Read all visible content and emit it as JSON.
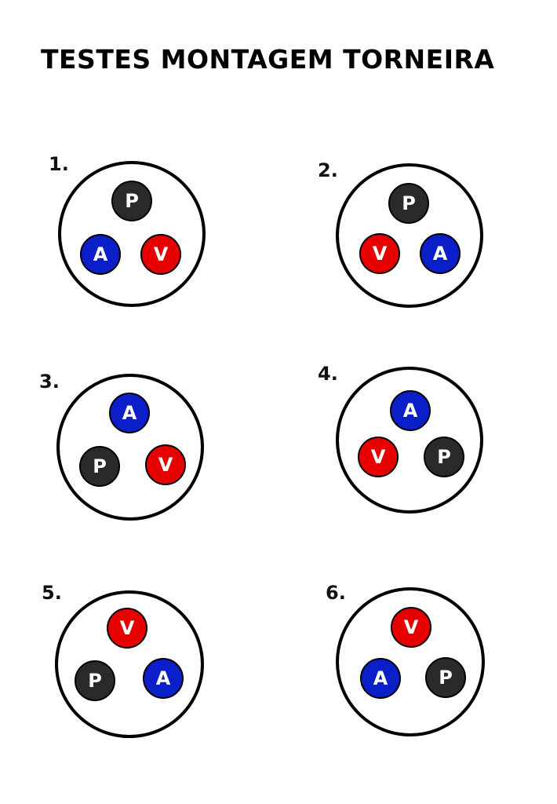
{
  "title": "TESTES MONTAGEM TORNEIRA",
  "colors": {
    "P": "#2a2a2a",
    "A": "#0a1fc8",
    "V": "#e60000"
  },
  "tests": [
    {
      "number": "1.",
      "top": "P",
      "left": "A",
      "right": "V"
    },
    {
      "number": "2.",
      "top": "P",
      "left": "V",
      "right": "A"
    },
    {
      "number": "3.",
      "top": "A",
      "left": "P",
      "right": "V"
    },
    {
      "number": "4.",
      "top": "A",
      "left": "V",
      "right": "P"
    },
    {
      "number": "5.",
      "top": "V",
      "left": "P",
      "right": "A"
    },
    {
      "number": "6.",
      "top": "V",
      "left": "A",
      "right": "P"
    }
  ]
}
